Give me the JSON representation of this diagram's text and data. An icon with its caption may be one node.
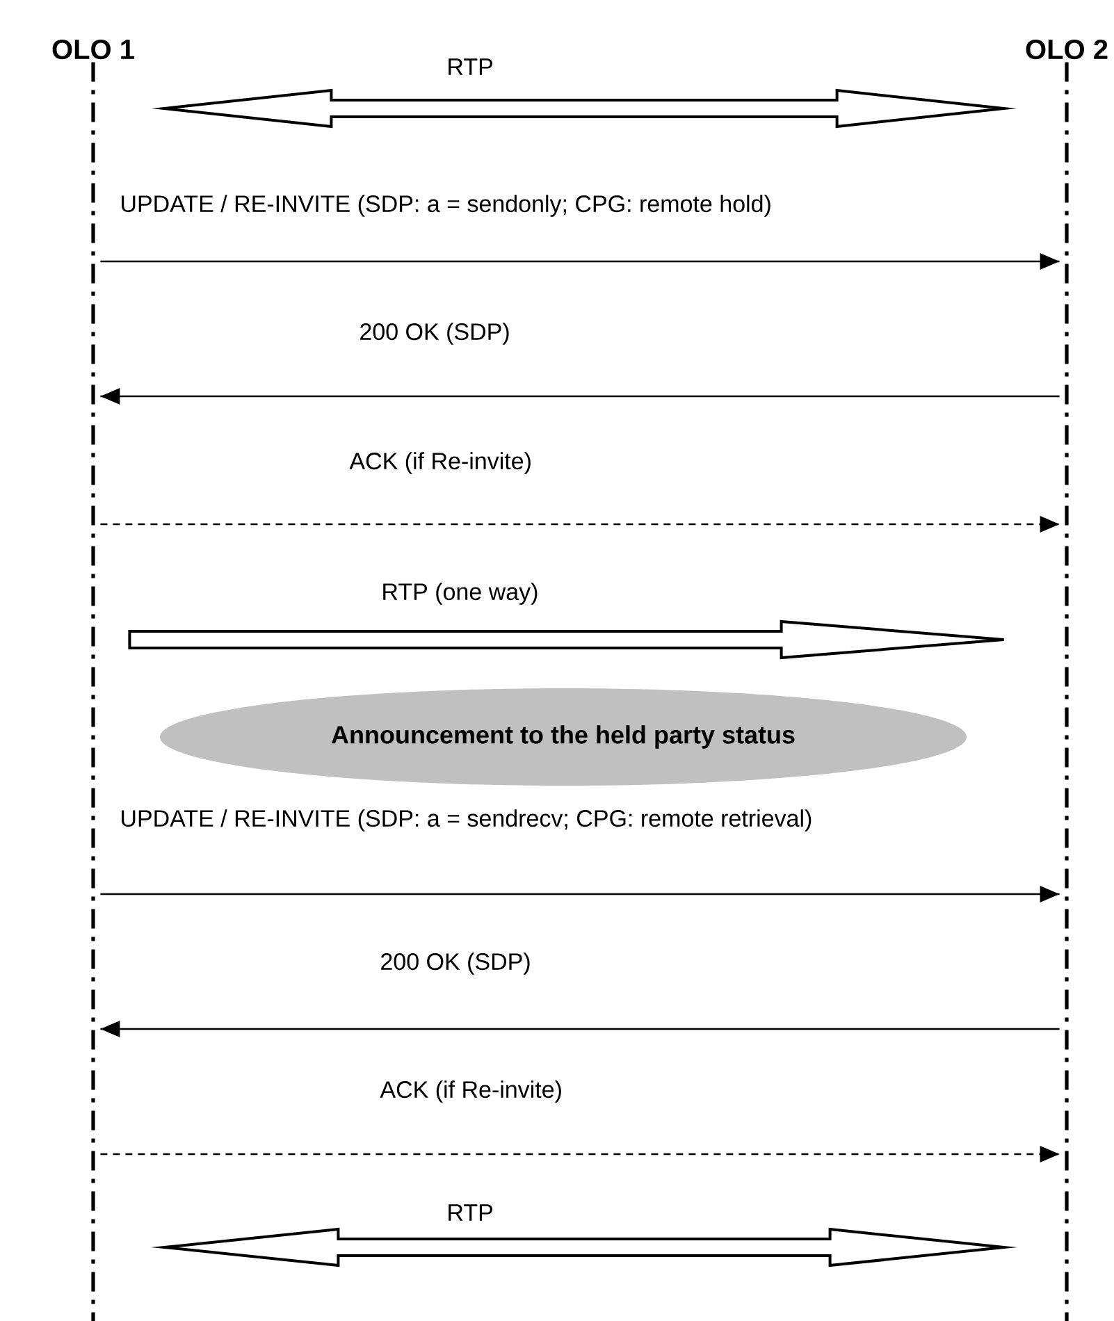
{
  "diagram": {
    "nodes": [
      {
        "text": [
          "OLO 1"
        ]
      },
      {
        "text": [
          "OLO 2"
        ]
      },
      {
        "text": [
          "Announcement to the held party status"
        ]
      }
    ],
    "edges": [
      {
        "from": 0,
        "to": 1,
        "arrow": "both",
        "label": "RTP",
        "style": "thick"
      },
      {
        "from": 0,
        "to": 1,
        "arrow": "to",
        "label": "UPDATE / RE-INVITE (SDP: a = sendonly; CPG: remote hold)"
      },
      {
        "from": 1,
        "to": 0,
        "arrow": "to",
        "label": "200 OK (SDP)"
      },
      {
        "from": 0,
        "to": 1,
        "arrow": "to",
        "label": "ACK (if Re-invite)",
        "style": "dashed"
      },
      {
        "from": 0,
        "to": 1,
        "arrow": "to",
        "label": "RTP (one way)",
        "style": "thick"
      },
      {
        "from": 0,
        "to": 1,
        "arrow": "to",
        "label": "UPDATE / RE-INVITE (SDP: a = sendrecv; CPG: remote retrieval)"
      },
      {
        "from": 1,
        "to": 0,
        "arrow": "to",
        "label": "200 OK (SDP)"
      },
      {
        "from": 0,
        "to": 1,
        "arrow": "to",
        "label": "ACK (if Re-invite)",
        "style": "dashed"
      },
      {
        "from": 0,
        "to": 1,
        "arrow": "both",
        "label": "RTP",
        "style": "thick"
      }
    ]
  }
}
